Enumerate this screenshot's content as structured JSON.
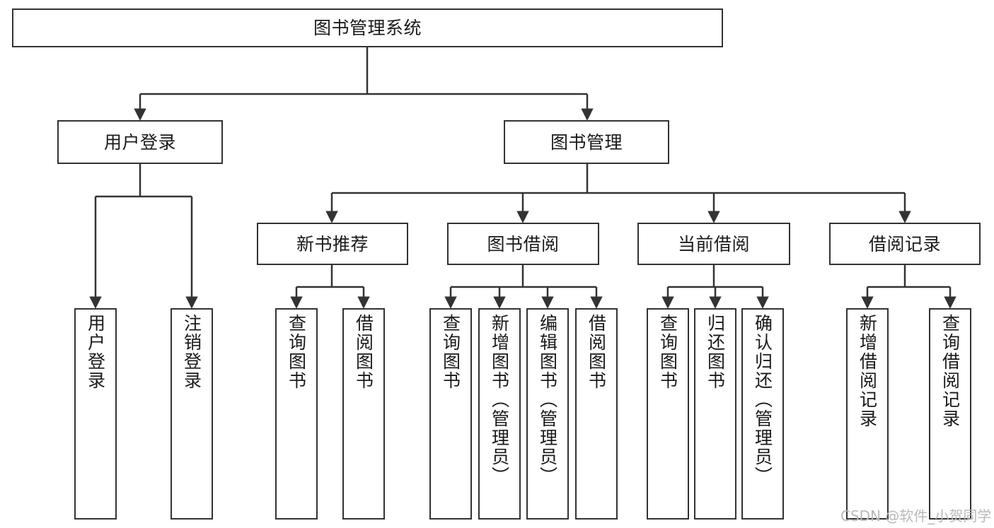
{
  "diagram": {
    "type": "tree",
    "title": "图书管理系统",
    "watermark": "CSDN @软件_小贺同学",
    "colors": {
      "stroke": "#333333",
      "fill": "#ffffff",
      "text": "#1a1a1a",
      "watermark": "#b9b9b9"
    },
    "nodes": {
      "root": {
        "label": "图书管理系统"
      },
      "level2": [
        {
          "label": "用户登录"
        },
        {
          "label": "图书管理"
        }
      ],
      "level3": [
        {
          "label": "新书推荐"
        },
        {
          "label": "图书借阅"
        },
        {
          "label": "当前借阅"
        },
        {
          "label": "借阅记录"
        }
      ],
      "leaves": {
        "user_login": [
          {
            "label": "用户登录"
          },
          {
            "label": "注销登录"
          }
        ],
        "new_book": [
          {
            "label": "查询图书"
          },
          {
            "label": "借阅图书"
          }
        ],
        "book_borrow": [
          {
            "label": "查询图书"
          },
          {
            "label": "新增图书（管理员）"
          },
          {
            "label": "编辑图书（管理员）"
          },
          {
            "label": "借阅图书"
          }
        ],
        "current_borrow": [
          {
            "label": "查询图书"
          },
          {
            "label": "归还图书"
          },
          {
            "label": "确认归还（管理员）"
          }
        ],
        "borrow_record": [
          {
            "label": "新增借阅记录"
          },
          {
            "label": "查询借阅记录"
          }
        ]
      }
    }
  }
}
